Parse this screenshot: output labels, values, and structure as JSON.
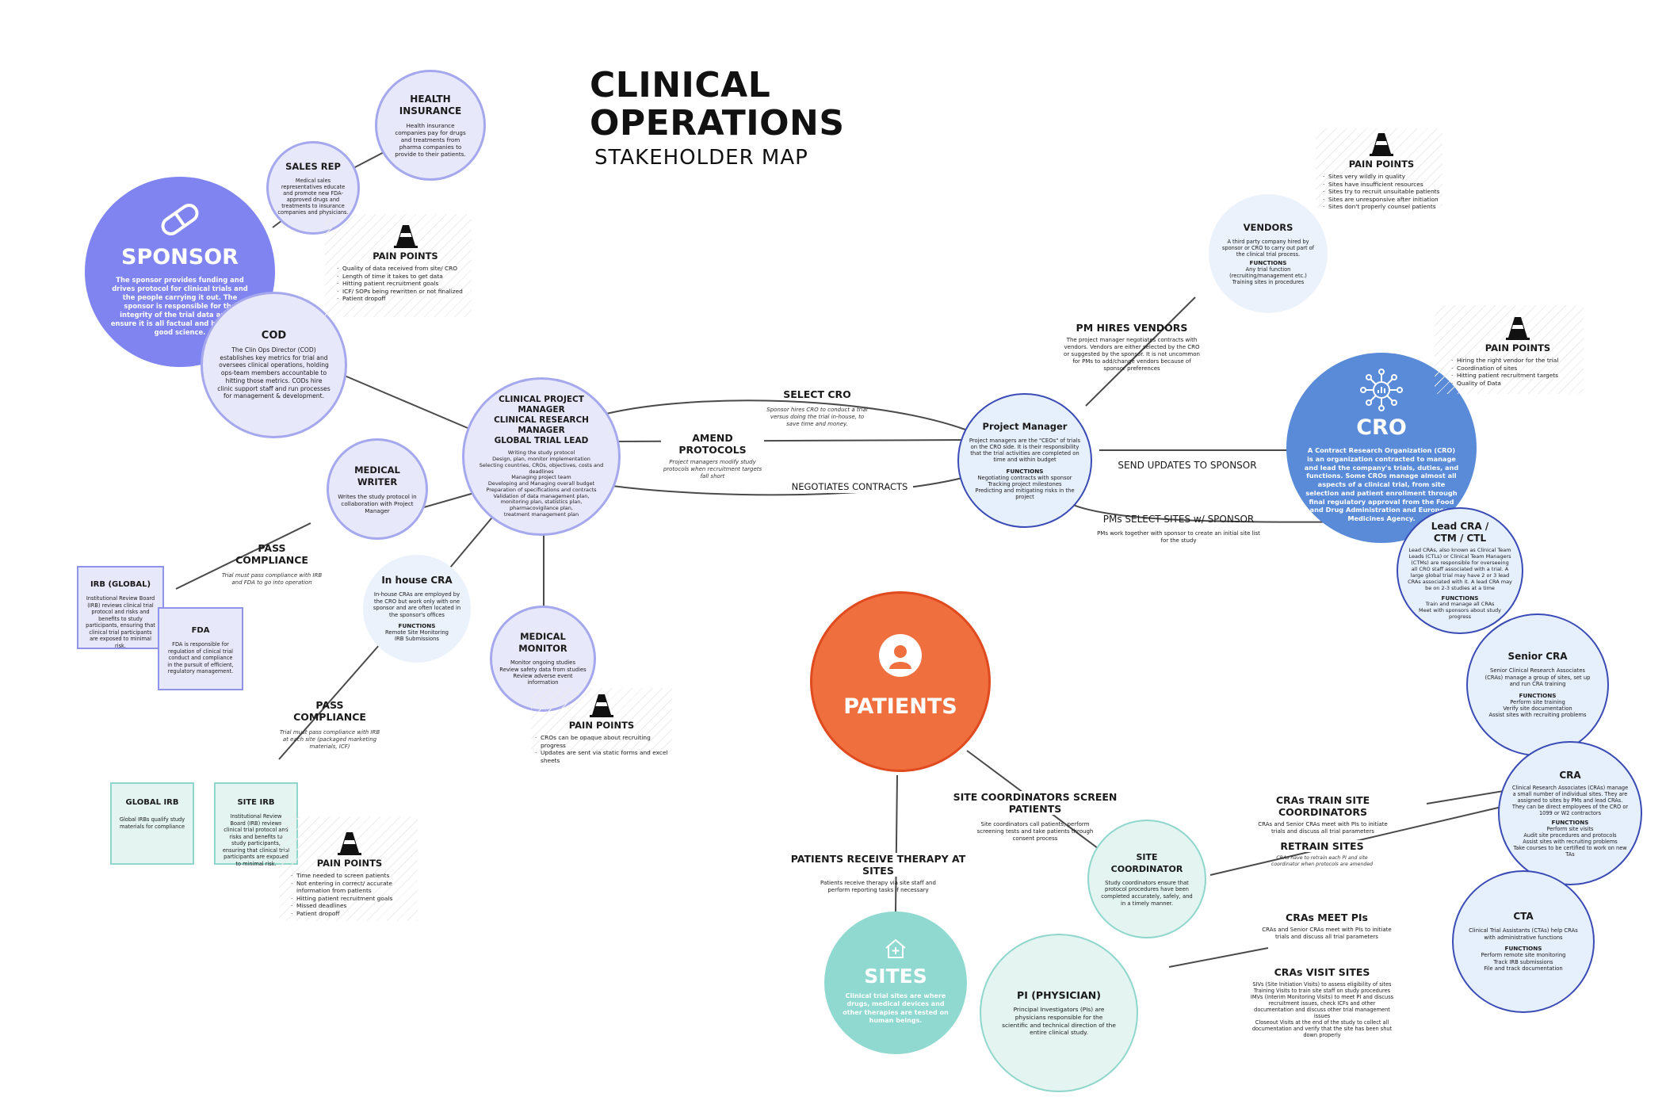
{
  "title": {
    "line1": "CLINICAL",
    "line2": "OPERATIONS",
    "subtitle": "STAKEHOLDER MAP"
  },
  "sponsor": {
    "title": "SPONSOR",
    "desc": "The sponsor provides funding and drives protocol for clinical trials and the people carrying it out. The sponsor is responsible for the integrity of the trial data and to ensure it is all factual and backed by good science.",
    "color": "#7f84f0"
  },
  "health": {
    "title": "HEALTH INSURANCE",
    "desc": "Health insurance companies pay for drugs and treatments from pharma companies to provide to their patients."
  },
  "sales": {
    "title": "SALES REP",
    "desc": "Medical sales representatives educate and promote new FDA-approved drugs and treatments to insurance companies and physicians."
  },
  "cod": {
    "title": "COD",
    "desc": "The Clin Ops Director (COD) establishes key metrics for trial and oversees clinical operations, holding ops-team members accountable to hitting those metrics. CODs hire clinic support staff and run processes for management & development."
  },
  "cpm": {
    "title": "CLINICAL PROJECT MANAGER\nCLINICAL RESEARCH MANAGER\nGLOBAL TRIAL LEAD",
    "desc": "Writing the study protocol\nDesign, plan, monitor implementation\nSelecting countries, CROs, objectives, costs and deadlines\nManaging project team\nDeveloping and Managing overall budget\nPreparation of specifications and contracts\nValidation of data management plan,\nmonitoring plan, statistics plan,\npharmacovigilance plan,\ntreatment management plan"
  },
  "writer": {
    "title": "MEDICAL WRITER",
    "desc": "Writes the study protocol in collaboration with Project Manager"
  },
  "inhouse": {
    "title": "In house CRA",
    "desc": "In-house CRAs are employed by the CRO but work only with one sponsor and are often located in the sponsor's offices",
    "fn_label": "FUNCTIONS",
    "fn": "Remote Site Monitoring\nIRB Submissions"
  },
  "monitor": {
    "title": "MEDICAL MONITOR",
    "desc": "Monitor ongoing studies\nReview safety data from studies\nReview adverse event information"
  },
  "pm": {
    "title": "Project Manager",
    "desc": "Project managers are the \"CEOs\" of trials on the CRO side. It is their responsibility that the trial activities are completed on time and within budget",
    "fn_label": "FUNCTIONS",
    "fn": "Negotiating contracts with sponsor\nTracking project milestones\nPredicting and mitigating risks in the project"
  },
  "vendors": {
    "title": "VENDORS",
    "desc": "A third party company hired by sponsor or CRO to carry out part of the clinical trial process.",
    "fn_label": "FUNCTIONS",
    "fn": "Any trial function (recruiting/management etc.)\nTraining sites in procedures"
  },
  "cro": {
    "title": "CRO",
    "desc": "A Contract Research Organization (CRO) is an organization contracted to manage and lead the company's trials, duties, and functions. Some CROs manage almost all aspects of a clinical trial, from site selection and patient enrollment through final regulatory approval from the Food and Drug Administration and European Medicines Agency.",
    "color": "#5a8bd8"
  },
  "leadcra": {
    "title": "Lead CRA /\nCTM / CTL",
    "desc": "Lead CRAs, also known as Clinical Team Leads (CTLs) or Clinical Team Managers (CTMs) are responsible for overseeing all CRO staff associated with a trial. A large global trial may have 2 or 3 lead CRAs associated with it. A lead CRA may be on 2-3 studies at a time",
    "fn_label": "FUNCTIONS",
    "fn": "Train and manage all CRAs\nMeet with sponsors about study progress"
  },
  "seniorcra": {
    "title": "Senior CRA",
    "desc": "Senior Clinical Research Associates (CRAs) manage a group of sites, set up and run CRA training",
    "fn_label": "FUNCTIONS",
    "fn": "Perform site training\nVerify site documentation\nAssist sites with recruiting problems"
  },
  "cra": {
    "title": "CRA",
    "desc": "Clinical Research Associates (CRAs) manage a small number of individual sites. They are assigned to sites by PMs and lead CRAs. They can be direct employees of the CRO or 1099 or W2 contractors",
    "fn_label": "FUNCTIONS",
    "fn": "Perform site visits\nAudit site procedures and protocols\nAssist sites with recruiting problems\nTake courses to be certified to work on new TAs"
  },
  "cta": {
    "title": "CTA",
    "desc": "Clinical Trial Assistants (CTAs) help CRAs with administrative functions",
    "fn_label": "FUNCTIONS",
    "fn": "Perform remote site monitoring\nTrack IRB submissions\nFile and track documentation"
  },
  "patients": {
    "title": "PATIENTS",
    "color": "#ef6f3e"
  },
  "sites": {
    "title": "SITES",
    "desc": "Clinical trial sites are where drugs, medical devices and other therapies are tested on human beings.",
    "color": "#8fd9d0"
  },
  "sitecoord": {
    "title": "SITE COORDINATOR",
    "desc": "Study coordinators ensure that protocol procedures have been completed accurately, safely, and in a timely manner."
  },
  "pi": {
    "title": "PI (PHYSICIAN)",
    "desc": "Principal Investigators (PIs) are physicians responsible for the scientific and technical direction of the entire clinical study."
  },
  "irbglobal": {
    "title": "IRB (GLOBAL)",
    "desc": "Institutional Review Board (IRB) reviews clinical trial protocol and risks and benefits to study participants, ensuring that clinical trial participants are exposed to minimal risk."
  },
  "fda": {
    "title": "FDA",
    "desc": "FDA is responsible for regulation of clinical trial conduct and compliance in the pursuit of efficient, regulatory management."
  },
  "globalirb": {
    "title": "GLOBAL IRB",
    "desc": "Global IRBs qualify study materials for compliance"
  },
  "siteirb": {
    "title": "SITE IRB",
    "desc": "Institutional Review Board (IRB) reviews clinical trial protocol and risks and benefits to study participants, ensuring that clinical trial participants are exposed to minimal risk."
  },
  "labels": {
    "select_cro": {
      "h": "SELECT CRO",
      "s": "Sponsor hires CRO to conduct a trial versus doing the trial in-house, to save time and money."
    },
    "amend": {
      "h": "AMEND PROTOCOLS",
      "s": "Project managers modify study protocols when recruitment targets fall short"
    },
    "negotiates": {
      "h": "NEGOTIATES CONTRACTS"
    },
    "send_updates": {
      "h": "SEND UPDATES TO SPONSOR"
    },
    "pm_hires": {
      "h": "PM HIRES VENDORS",
      "s": "The project manager negotiates contracts with vendors. Vendors are either selected by the CRO or suggested by the sponsor. It is not uncommon for PMs to add/change vendors because of sponsor preferences"
    },
    "pm_select": {
      "h": "PMs SELECT SITES w/ SPONSOR",
      "s": "PMs work together with sponsor to create an initial site list for the study"
    },
    "pass1": {
      "h": "PASS COMPLIANCE",
      "s": "Trial must pass compliance with IRB and FDA to go into operation"
    },
    "pass2": {
      "h": "PASS COMPLIANCE",
      "s": "Trial must pass compliance with IRB at each site (packaged marketing materials, ICF)"
    },
    "screen": {
      "h": "SITE COORDINATORS SCREEN PATIENTS",
      "s": "Site coordinators call patients, perform screening tests and take patients through consent process"
    },
    "therapy": {
      "h": "PATIENTS RECEIVE THERAPY AT SITES",
      "s": "Patients receive therapy via site staff and perform reporting tasks if necessary"
    },
    "train": {
      "h": "CRAs TRAIN SITE COORDINATORS",
      "s": "CRAs and Senior CRAs meet with PIs to initiate trials and discuss all trial parameters"
    },
    "retrain": {
      "h": "RETRAIN SITES",
      "s": "CRAs have to retrain each PI and site coordinator when protocols are amended"
    },
    "meet": {
      "h": "CRAs MEET PIs",
      "s": "CRAs and Senior CRAs meet with PIs to initiate trials and discuss all trial parameters"
    },
    "visit": {
      "h": "CRAs VISIT SITES",
      "s": "SIVs (Site Initiation Visits) to assess eligibility of sites\nTraining Visits to train site staff on study procedures\nIMVs (Interim Monitoring Visits) to meet PI and discuss recruitment issues, check ICFs and other documentation and discuss other trial management issues\nCloseout Visits at the end of the study to collect all documentation and verify that the site has been shut down properly"
    }
  },
  "pain1": {
    "h": "PAIN POINTS",
    "items": [
      "Quality of data received from site/ CRO",
      "Length of time it takes to get data",
      "Hitting patient recruitment goals",
      "ICF/ SOPs being rewritten or not finalized",
      "Patient dropoff"
    ]
  },
  "pain2": {
    "h": "PAIN POINTS",
    "items": [
      "Sites very wildly in quality",
      "Sites have insufficient resources",
      "Sites try to recruit unsuitable patients",
      "Sites are unresponsive after initiation",
      "Sites don't properly counsel patients"
    ]
  },
  "pain3": {
    "h": "PAIN POINTS",
    "items": [
      "Hiring the right vendor for the trial",
      "Coordination of sites",
      "Hitting patient recruitment targets",
      "Quality of Data"
    ]
  },
  "pain4": {
    "h": "PAIN POINTS",
    "items": [
      "CROs can be opaque about recruiting progress",
      "Updates are sent via static forms and excel sheets"
    ]
  },
  "pain5": {
    "h": "PAIN POINTS",
    "items": [
      "Time needed to screen patients",
      "Not entering in correct/ accurate information from patients",
      "Hitting patient recruitment goals",
      "Missed deadlines",
      "Patient dropoff"
    ]
  }
}
